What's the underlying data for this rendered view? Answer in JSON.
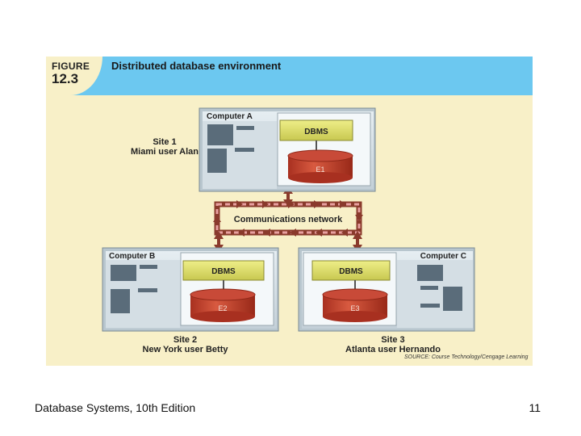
{
  "figure": {
    "label_word": "FIGURE",
    "label_number": "12.3",
    "title": "Distributed database environment"
  },
  "computers": [
    {
      "name": "Computer A",
      "dbms": "DBMS",
      "db": "E1"
    },
    {
      "name": "Computer B",
      "dbms": "DBMS",
      "db": "E2"
    },
    {
      "name": "Computer C",
      "dbms": "DBMS",
      "db": "E3"
    }
  ],
  "network": {
    "label": "Communications network"
  },
  "sites": [
    {
      "line1": "Site 1",
      "line2": "Miami user Alan"
    },
    {
      "line1": "Site 2",
      "line2": "New York user Betty"
    },
    {
      "line1": "Site 3",
      "line2": "Atlanta user Hernando"
    }
  ],
  "source": "SOURCE: Course Technology/Cengage Learning",
  "footer": {
    "left": "Database Systems, 10th Edition",
    "page": "11"
  },
  "colors": {
    "header": "#6cc8f0",
    "background": "#f8f0c8",
    "dbms_box": "#e0e070",
    "database": "#c84030",
    "network": "#a84838",
    "arrow": "#e8a0a0"
  }
}
